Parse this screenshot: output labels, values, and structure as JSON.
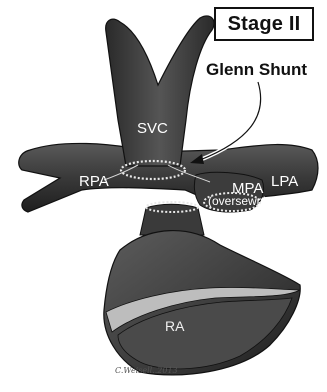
{
  "stage_label": "Stage II",
  "callout_label": "Glenn Shunt",
  "labels": {
    "svc": "SVC",
    "rpa": "RPA",
    "mpa": "MPA",
    "mpa_note": "(oversewn)",
    "lpa": "LPA",
    "ra": "RA"
  },
  "signature": "C.Weisell..2013",
  "colors": {
    "vessel": "#3a3a3a",
    "vessel_highlight": "#6a6a6a",
    "text_on_vessel": "#ffffff",
    "background": "#ffffff"
  }
}
